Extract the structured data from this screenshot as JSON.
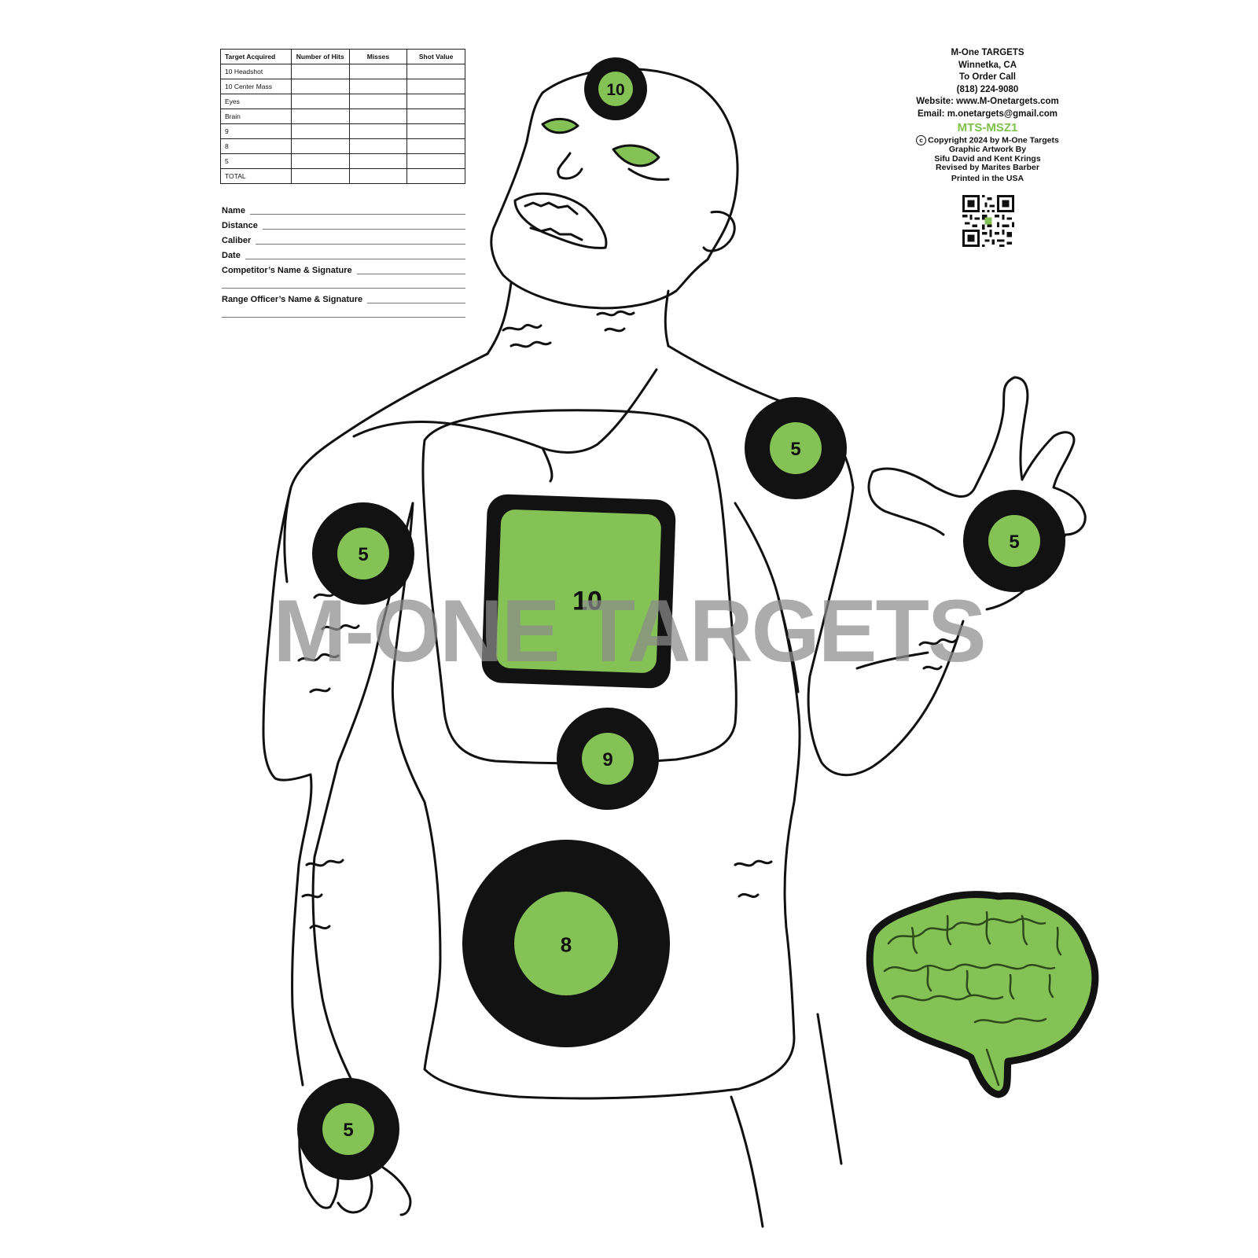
{
  "colors": {
    "target_green": "#85c255",
    "ring_black": "#121212",
    "code_green": "#7dc04a",
    "watermark_gray": "#8c8c8c"
  },
  "score_table": {
    "headers": [
      "Target Acquired",
      "Number of Hits",
      "Misses",
      "Shot Value"
    ],
    "rows": [
      "10 Headshot",
      "10 Center Mass",
      "Eyes",
      "Brain",
      "9",
      "8",
      "5",
      "TOTAL"
    ]
  },
  "fields": {
    "name": "Name",
    "distance": "Distance",
    "caliber": "Caliber",
    "date": "Date",
    "competitor": "Competitor’s Name & Signature",
    "range_officer": "Range Officer’s Name & Signature"
  },
  "vendor": {
    "company": "M-One TARGETS",
    "city": "Winnetka, CA",
    "order": "To Order Call",
    "phone": "(818) 224-9080",
    "website": "Website: www.M-Onetargets.com",
    "email": "Email: m.onetargets@gmail.com",
    "code": "MTS-MSZ1",
    "copyright_symbol": "c",
    "copyright": "Copyright 2024 by M-One Targets",
    "artwork": "Graphic Artwork By",
    "artists": "Sifu David and Kent Krings",
    "revised": "Revised by Marites Barber",
    "printed": "Printed in the USA"
  },
  "targets": {
    "head": "10",
    "center": "10",
    "shoulder_right": "5",
    "shoulder_left": "5",
    "hand": "5",
    "abdomen": "9",
    "lower": "8",
    "wrist": "5"
  },
  "watermark": "M-ONE TARGETS",
  "icons": {
    "brain": "brain-icon",
    "qr": "qr-code-icon",
    "figure": "zombie-figure"
  }
}
